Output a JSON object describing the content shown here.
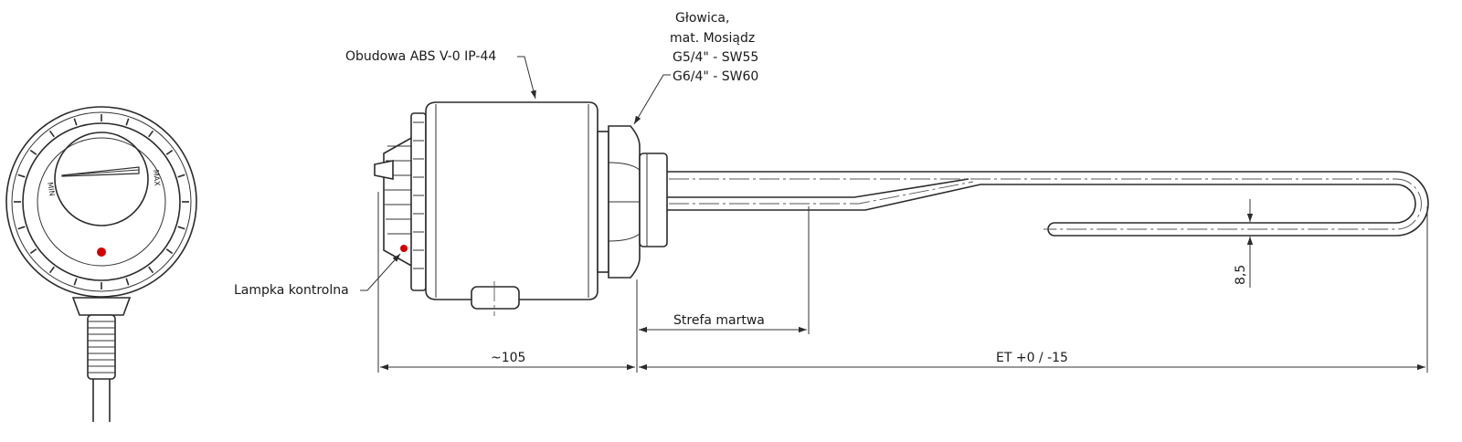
{
  "labels": {
    "housing": "Obudowa ABS V-0  IP-44",
    "head_line1": "Głowica,",
    "head_line2": "mat. Mosiądz",
    "head_line3": "G5/4\" - SW55",
    "head_line4": "G6/4\" - SW60",
    "lamp": "Lampka kontrolna",
    "dead_zone": "Strefa martwa",
    "dim_head": "~105",
    "dim_et": "ET +0 / -15",
    "dim_gap": "8,5",
    "knob_min": "MIN",
    "knob_max": "MAX"
  },
  "colors": {
    "line": "#2b2b2b",
    "lamp": "#d40000",
    "background": "#ffffff"
  }
}
